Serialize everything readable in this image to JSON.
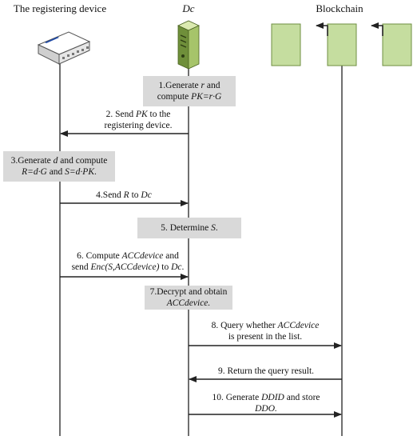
{
  "actors": {
    "device": "The registering device",
    "dc": "Dc",
    "blockchain": "Blockchain"
  },
  "steps": {
    "s1": {
      "l1a": "1.Generate ",
      "l1b": "r",
      "l1c": " and",
      "l2a": "compute ",
      "l2b": "PK=r·G"
    },
    "s2": {
      "l1a": "2. Send ",
      "l1b": "PK",
      "l1c": " to the",
      "l2": "registering device."
    },
    "s3": {
      "l1a": "3.Generate ",
      "l1b": "d",
      "l1c": " and compute",
      "l2a": "R=d·G",
      "l2b": " and ",
      "l2c": "S=d·PK",
      "l2d": "."
    },
    "s4": {
      "a": "4.Send ",
      "b": "R",
      "c": " to ",
      "d": "Dc"
    },
    "s5": {
      "a": "5. Determine ",
      "b": "S",
      "c": "."
    },
    "s6": {
      "l1a": "6. Compute ",
      "l1b": "ACCdevice",
      "l1c": " and",
      "l2a": "send ",
      "l2b": "Enc(S,ACCdevice)",
      "l2c": " to ",
      "l2d": "Dc",
      "l2e": "."
    },
    "s7": {
      "l1": "7.Decrypt and obtain",
      "l2": "ACCdevice."
    },
    "s8": {
      "l1a": "8. Query whether ",
      "l1b": "ACCdevice",
      "l2": "is present in the list."
    },
    "s9": {
      "l1": "9. Return the query result."
    },
    "s10": {
      "l1a": "10. Generate ",
      "l1b": "DDID",
      "l1c": " and store",
      "l2": "DDO."
    }
  },
  "colors": {
    "block_fill": "#c5dd9f",
    "block_stroke": "#6f8f42",
    "box_fill": "#d9d9d9",
    "line": "#222222"
  },
  "icons": {
    "device": "network-switch-icon",
    "server": "server-tower-icon",
    "blocks": "chain-block-icon"
  }
}
